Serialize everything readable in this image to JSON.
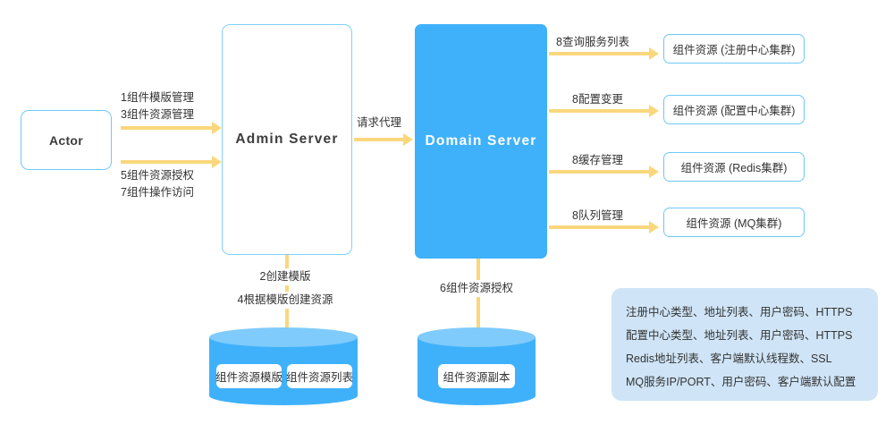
{
  "diagram": {
    "actor": {
      "label": "Actor"
    },
    "admin_server": {
      "label": "Admin Server"
    },
    "domain_server": {
      "label": "Domain Server"
    },
    "actor_to_admin": {
      "top_line1": "1组件模版管理",
      "top_line2": "3组件资源管理",
      "bottom_line1": "5组件资源授权",
      "bottom_line2": "7组件操作访问"
    },
    "admin_to_domain": {
      "label": "请求代理"
    },
    "domain_flows": [
      {
        "arrow_label": "8查询服务列表",
        "box_label": "组件资源 (注册中心集群)"
      },
      {
        "arrow_label": "8配置变更",
        "box_label": "组件资源 (配置中心集群)"
      },
      {
        "arrow_label": "8缓存管理",
        "box_label": "组件资源 (Redis集群)"
      },
      {
        "arrow_label": "8队列管理",
        "box_label": "组件资源 (MQ集群)"
      }
    ],
    "admin_to_store": {
      "line1": "2创建模版",
      "line2": "4根据模版创建资源"
    },
    "domain_to_store": {
      "line1": "6组件资源授权"
    },
    "store_admin": {
      "chips": [
        "组件资源模版",
        "组件资源列表"
      ]
    },
    "store_domain": {
      "chips": [
        "组件资源副本"
      ]
    },
    "info_panel": {
      "lines": [
        "注册中心类型、地址列表、用户密码、HTTPS",
        "配置中心类型、地址列表、用户密码、HTTPS",
        "Redis地址列表、客户端默认线程数、SSL",
        "MQ服务IP/PORT、用户密码、客户端默认配置"
      ]
    },
    "colors": {
      "blue_fill": "#3FB1FB",
      "blue_light": "#7FCBFC",
      "blue_border": "#6EC9F7",
      "arrow": "#FAD77D",
      "panel_bg": "#CFE4F6",
      "text": "#333333"
    }
  }
}
